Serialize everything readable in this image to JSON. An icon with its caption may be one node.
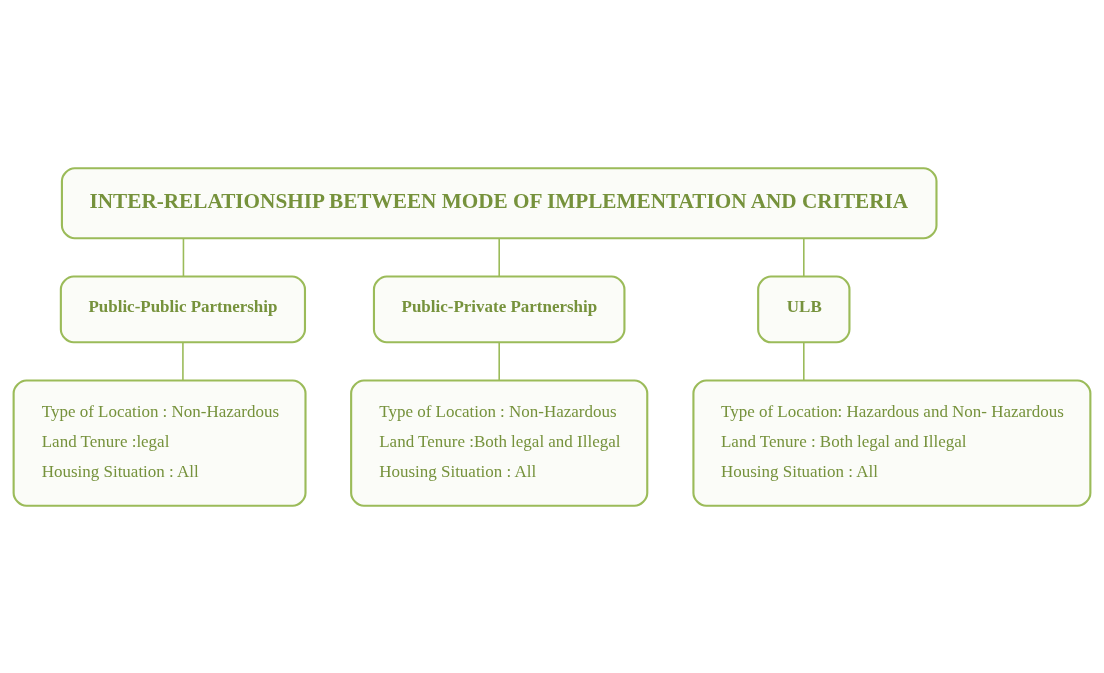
{
  "diagram": {
    "nodes": [
      {
        "text": [
          "INTER-RELATIONSHIP BETWEEN MODE OF IMPLEMENTATION AND CRITERIA"
        ]
      },
      {
        "text": [
          "Public-Public Partnership"
        ]
      },
      {
        "text": [
          "Public-Private Partnership"
        ]
      },
      {
        "text": [
          "ULB"
        ]
      },
      {
        "text": [
          "Type of Location : Non-Hazardous",
          "Land Tenure :legal",
          "Housing Situation : All"
        ]
      },
      {
        "text": [
          "Type of Location : Non-Hazardous",
          "Land Tenure :Both legal and Illegal",
          "Housing Situation : All"
        ]
      },
      {
        "text": [
          "Type of Location: Hazardous and Non- Hazardous",
          "Land Tenure : Both legal and Illegal",
          "Housing Situation : All"
        ]
      }
    ],
    "edges": [
      {
        "from": 0,
        "to": 1,
        "arrow": "none"
      },
      {
        "from": 0,
        "to": 2,
        "arrow": "none"
      },
      {
        "from": 0,
        "to": 3,
        "arrow": "none"
      },
      {
        "from": 1,
        "to": 4,
        "arrow": "none"
      },
      {
        "from": 2,
        "to": 5,
        "arrow": "none"
      },
      {
        "from": 3,
        "to": 6,
        "arrow": "none"
      }
    ]
  }
}
